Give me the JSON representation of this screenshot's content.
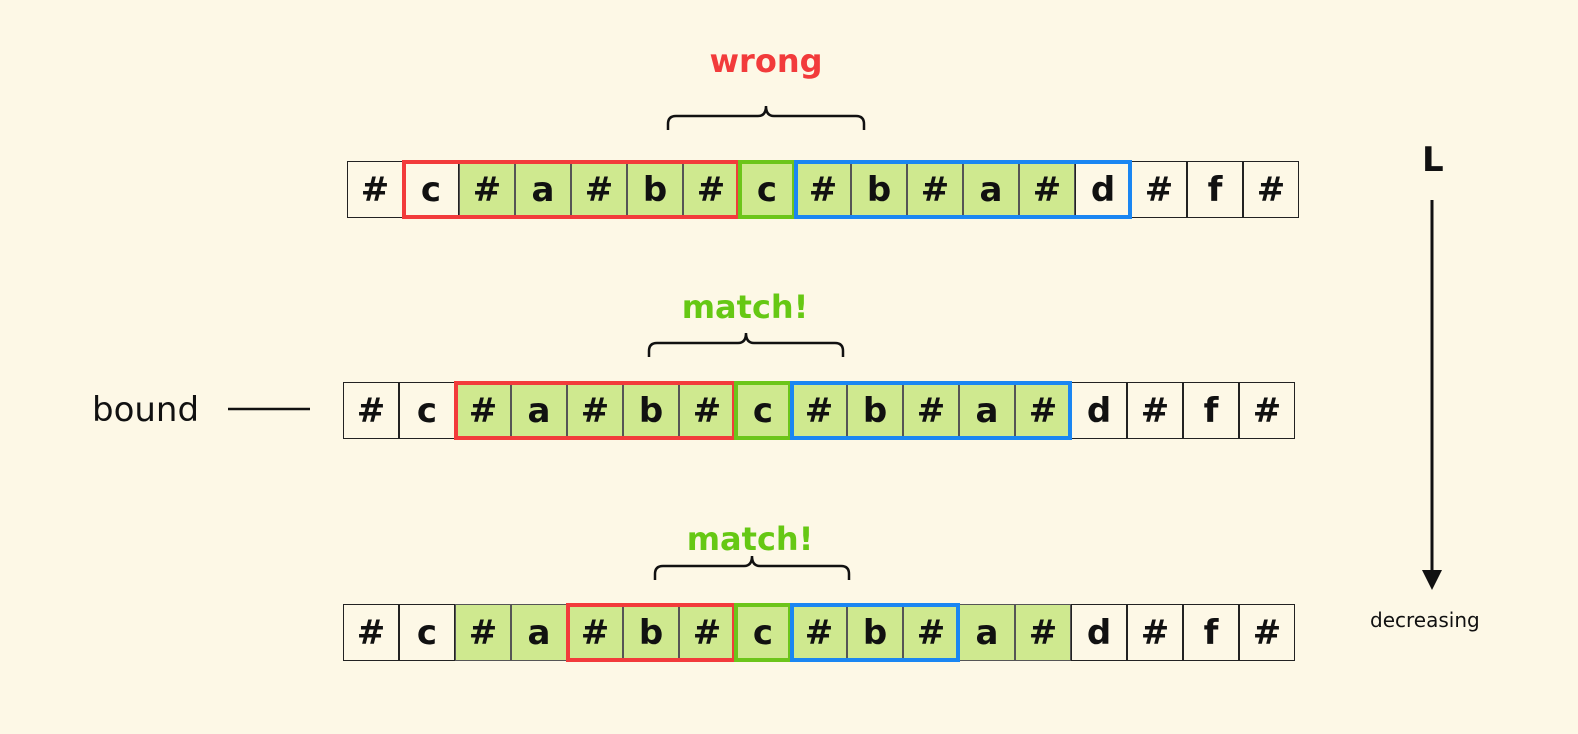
{
  "colors": {
    "red": "#f23b3b",
    "green": "#6cc51a",
    "blue": "#1a86f2",
    "cell_fill": "#cfe98f"
  },
  "rows": [
    {
      "label": "wrong",
      "label_color": "#f23b3b",
      "cells": [
        "#",
        "c",
        "#",
        "a",
        "#",
        "b",
        "#",
        "c",
        "#",
        "b",
        "#",
        "a",
        "#",
        "d",
        "#",
        "f",
        "#"
      ],
      "green_range": [
        2,
        12
      ],
      "boxes": [
        {
          "from": 1,
          "to": 6,
          "color": "#f23b3b"
        },
        {
          "from": 7,
          "to": 7,
          "color": "#6cc51a"
        },
        {
          "from": 8,
          "to": 13,
          "color": "#1a86f2"
        }
      ]
    },
    {
      "label": "match!",
      "label_color": "#66c814",
      "cells": [
        "#",
        "c",
        "#",
        "a",
        "#",
        "b",
        "#",
        "c",
        "#",
        "b",
        "#",
        "a",
        "#",
        "d",
        "#",
        "f",
        "#"
      ],
      "green_range": [
        2,
        12
      ],
      "boxes": [
        {
          "from": 2,
          "to": 6,
          "color": "#f23b3b"
        },
        {
          "from": 7,
          "to": 7,
          "color": "#6cc51a"
        },
        {
          "from": 8,
          "to": 12,
          "color": "#1a86f2"
        }
      ]
    },
    {
      "label": "match!",
      "label_color": "#66c814",
      "cells": [
        "#",
        "c",
        "#",
        "a",
        "#",
        "b",
        "#",
        "c",
        "#",
        "b",
        "#",
        "a",
        "#",
        "d",
        "#",
        "f",
        "#"
      ],
      "green_range": [
        2,
        12
      ],
      "boxes": [
        {
          "from": 4,
          "to": 6,
          "color": "#f23b3b"
        },
        {
          "from": 7,
          "to": 7,
          "color": "#6cc51a"
        },
        {
          "from": 8,
          "to": 10,
          "color": "#1a86f2"
        }
      ]
    }
  ],
  "bound_label": "bound",
  "axis": {
    "symbol": "L",
    "direction_label": "decreasing"
  }
}
